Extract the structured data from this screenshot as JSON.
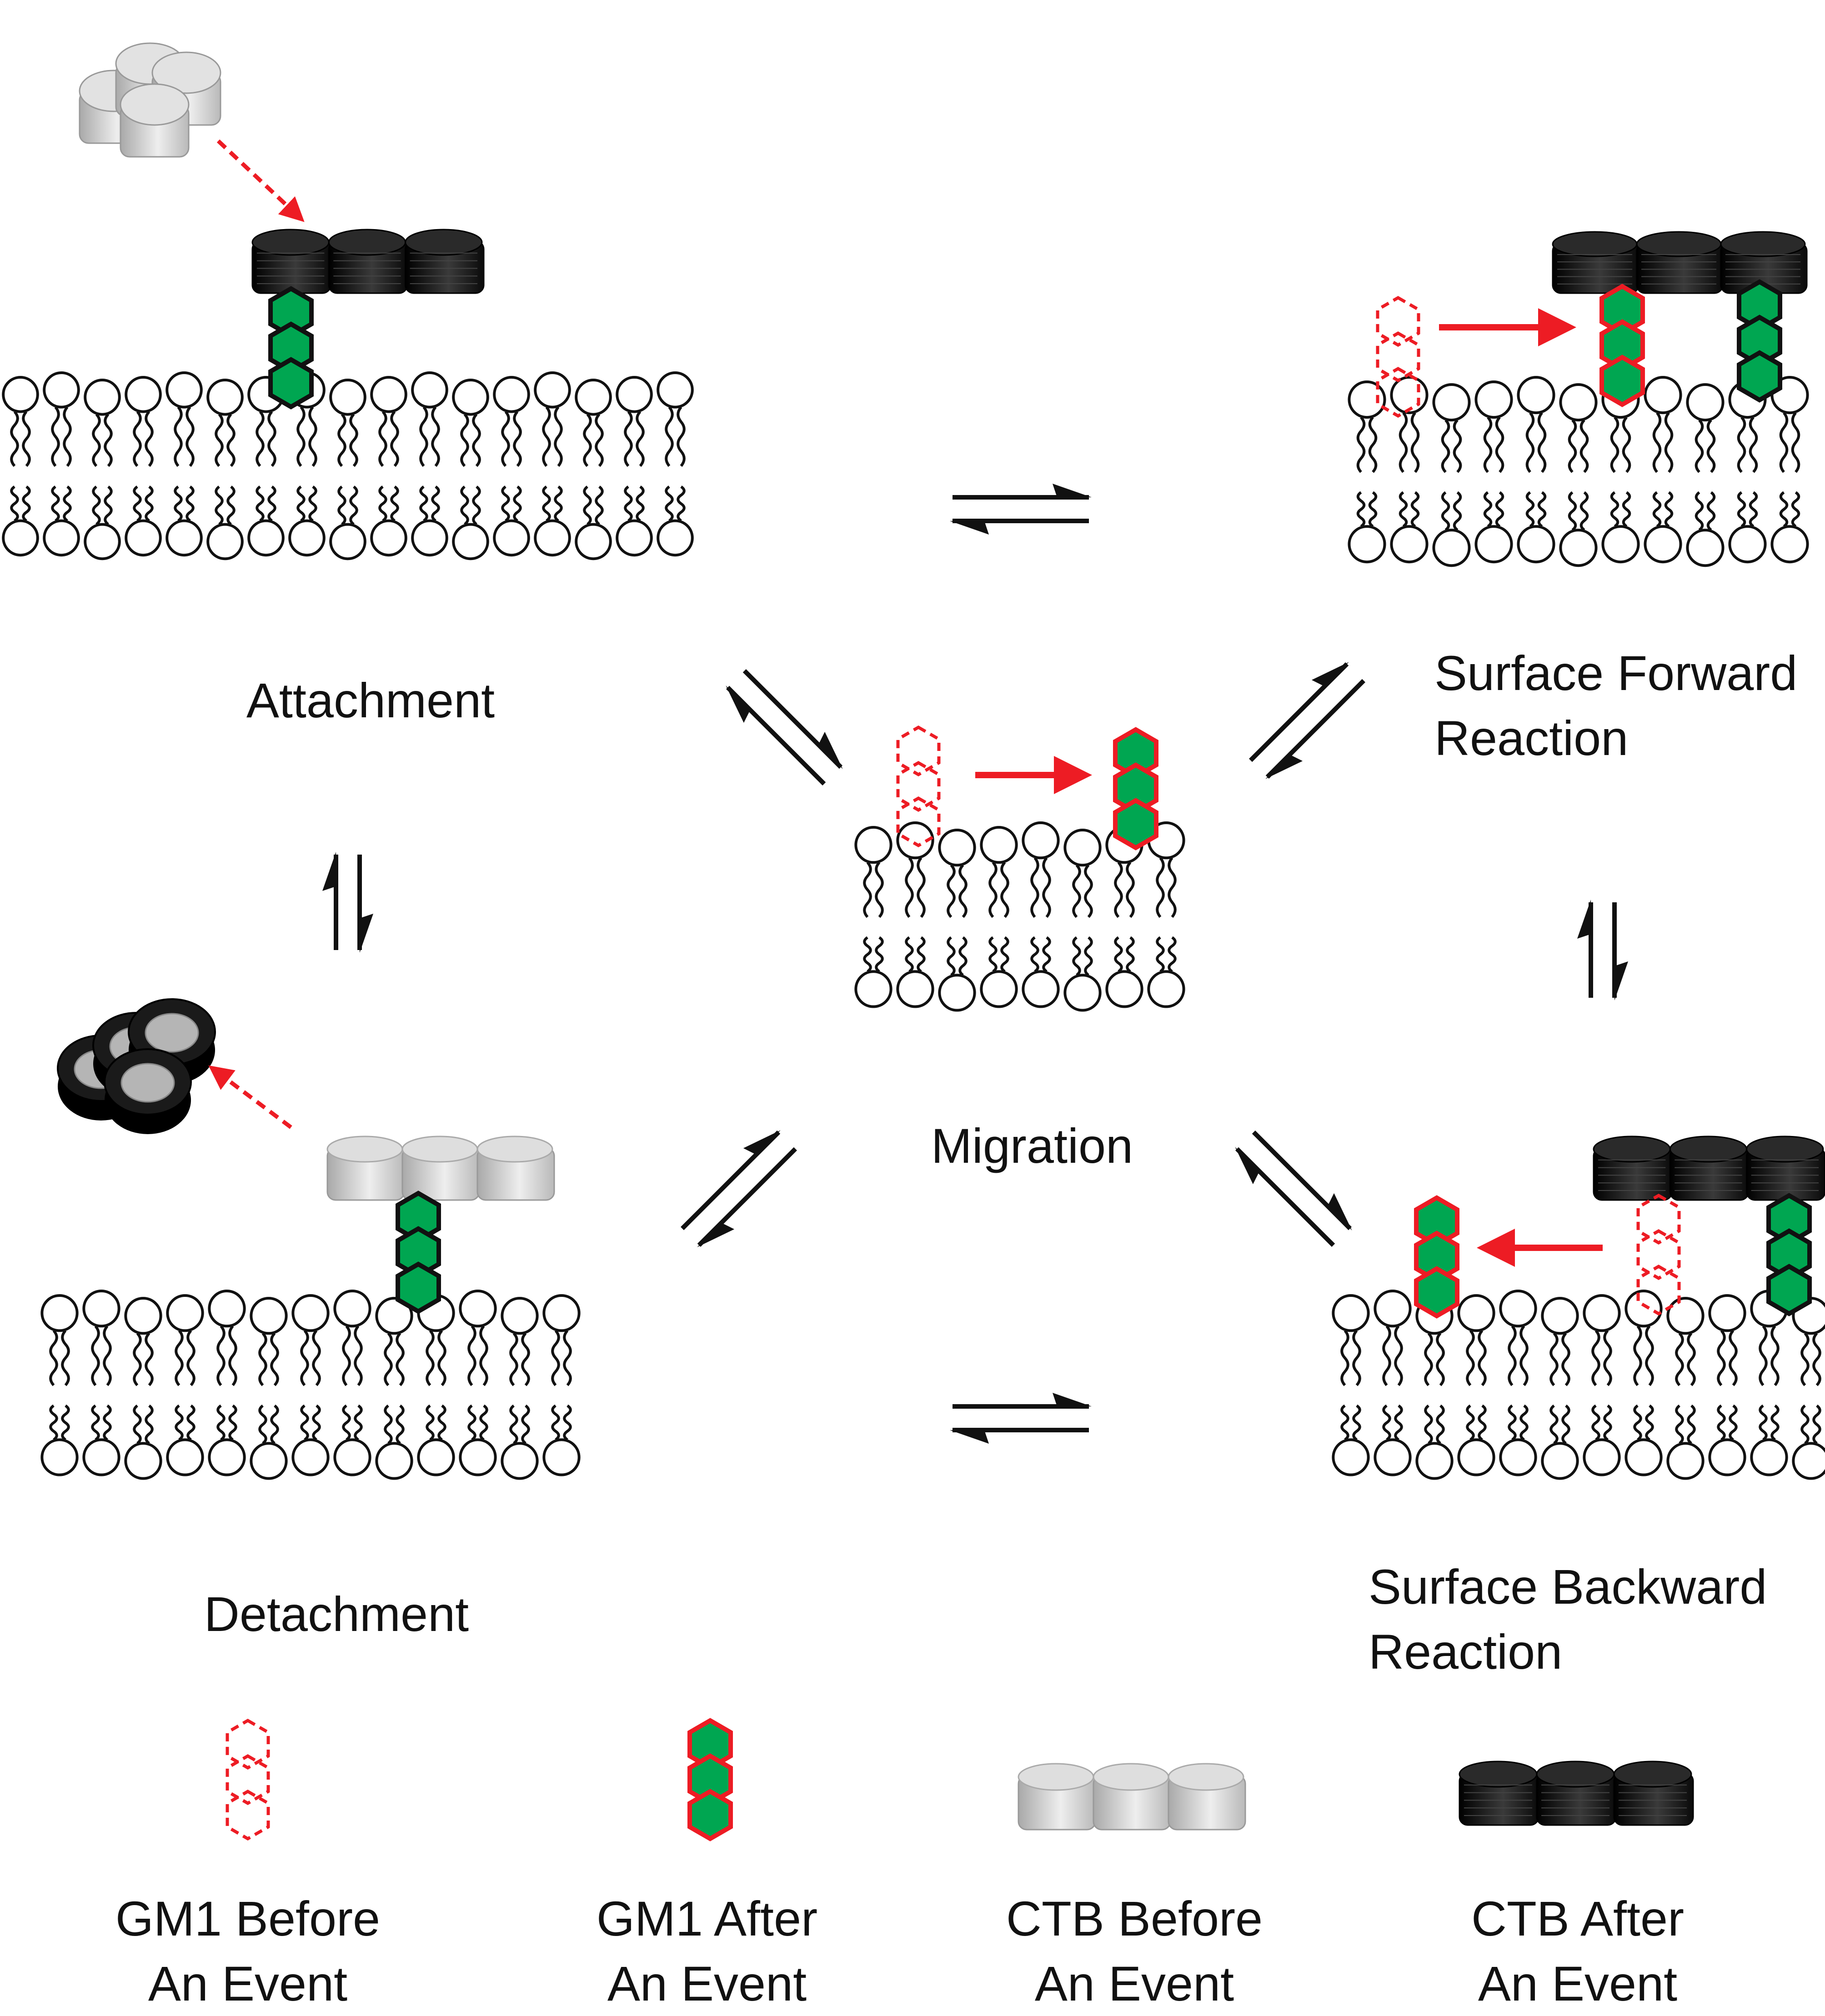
{
  "labels": {
    "attachment": "Attachment",
    "migration": "Migration",
    "detachment": "Detachment",
    "surface_forward": [
      "Surface Forward",
      "Reaction"
    ],
    "surface_backward": [
      "Surface Backward",
      "Reaction"
    ]
  },
  "legend": [
    {
      "line1": "GM1 Before",
      "line2": "An Event"
    },
    {
      "line1": "GM1 After",
      "line2": "An Event"
    },
    {
      "line1": "CTB Before",
      "line2": "An Event"
    },
    {
      "line1": "CTB After",
      "line2": "An Event"
    }
  ],
  "colors": {
    "gm1_fill": "#00a651",
    "highlight_red": "#ed1c24",
    "ctb_before": "#c8c8c8",
    "ctb_after": "#1a1a1a",
    "outline": "#111111"
  }
}
